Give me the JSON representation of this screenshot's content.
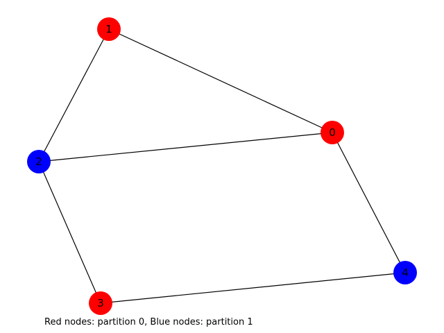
{
  "graph": {
    "colors": {
      "partition_0": "#ff0000",
      "partition_1": "#0000ff",
      "edge": "#000000",
      "background": "#ffffff"
    },
    "nodes": [
      {
        "id": "0",
        "label": "0",
        "partition": 0
      },
      {
        "id": "1",
        "label": "1",
        "partition": 0
      },
      {
        "id": "2",
        "label": "2",
        "partition": 1
      },
      {
        "id": "3",
        "label": "3",
        "partition": 0
      },
      {
        "id": "4",
        "label": "4",
        "partition": 1
      }
    ],
    "edges": [
      {
        "source": "1",
        "target": "0"
      },
      {
        "source": "1",
        "target": "2"
      },
      {
        "source": "2",
        "target": "0"
      },
      {
        "source": "0",
        "target": "4"
      },
      {
        "source": "2",
        "target": "3"
      },
      {
        "source": "3",
        "target": "4"
      }
    ]
  },
  "caption": "Red nodes: partition 0, Blue nodes: partition 1"
}
